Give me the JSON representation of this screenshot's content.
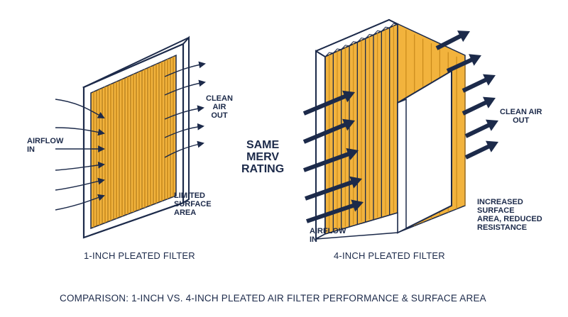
{
  "left_filter": {
    "caption": "1-INCH PLEATED FILTER",
    "airflow_label": "AIRFLOW\nIN",
    "clean_label": "CLEAN\nAIR\nOUT",
    "surface_label": "LIMITED\nSURFACE\nAREA"
  },
  "middle": {
    "merv_label": "SAME\nMERV\nRATING"
  },
  "right_filter": {
    "caption": "4-INCH PLEATED FILTER",
    "airflow_label": "AIRFLOW\nIN",
    "clean_label": "CLEAN AIR\nOUT",
    "surface_label": "INCREASED\nSURFACE\nAREA, REDUCED\nRESISTANCE"
  },
  "footer": {
    "title": "COMPARISON: 1-INCH VS. 4-INCH PLEATED AIR FILTER PERFORMANCE & SURFACE AREA"
  },
  "colors": {
    "navy": "#1c2a4a",
    "pleat_orange": "#f2b33d",
    "pleat_shadow": "#c98a1c",
    "frame": "#ffffff"
  }
}
